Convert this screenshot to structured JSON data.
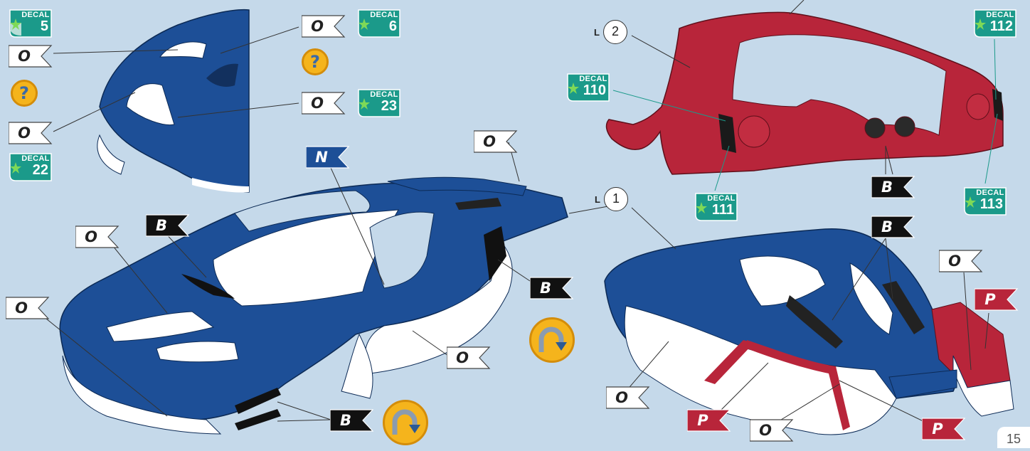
{
  "colors": {
    "background": "#c5d9ea",
    "blue": "#1d4f97",
    "red": "#b8253a",
    "white": "#ffffff",
    "decal_green": "#1b9a8a",
    "black_flag": "#111111",
    "yellow": "#f5b41c"
  },
  "paint_codes": {
    "white": "O",
    "blue": "N",
    "black": "B",
    "red": "P"
  },
  "decal_word": "DECAL",
  "decals": {
    "d5": "5",
    "d6": "6",
    "d23": "23",
    "d22": "22",
    "d110": "110",
    "d111": "111",
    "d112": "112",
    "d113": "113"
  },
  "part_refs": {
    "r1": {
      "prefix": "L",
      "number": "1"
    },
    "r2": {
      "prefix": "L",
      "number": "2"
    }
  },
  "icons": {
    "question": "?",
    "rotate": "rotate-icon"
  },
  "page_number": "15"
}
